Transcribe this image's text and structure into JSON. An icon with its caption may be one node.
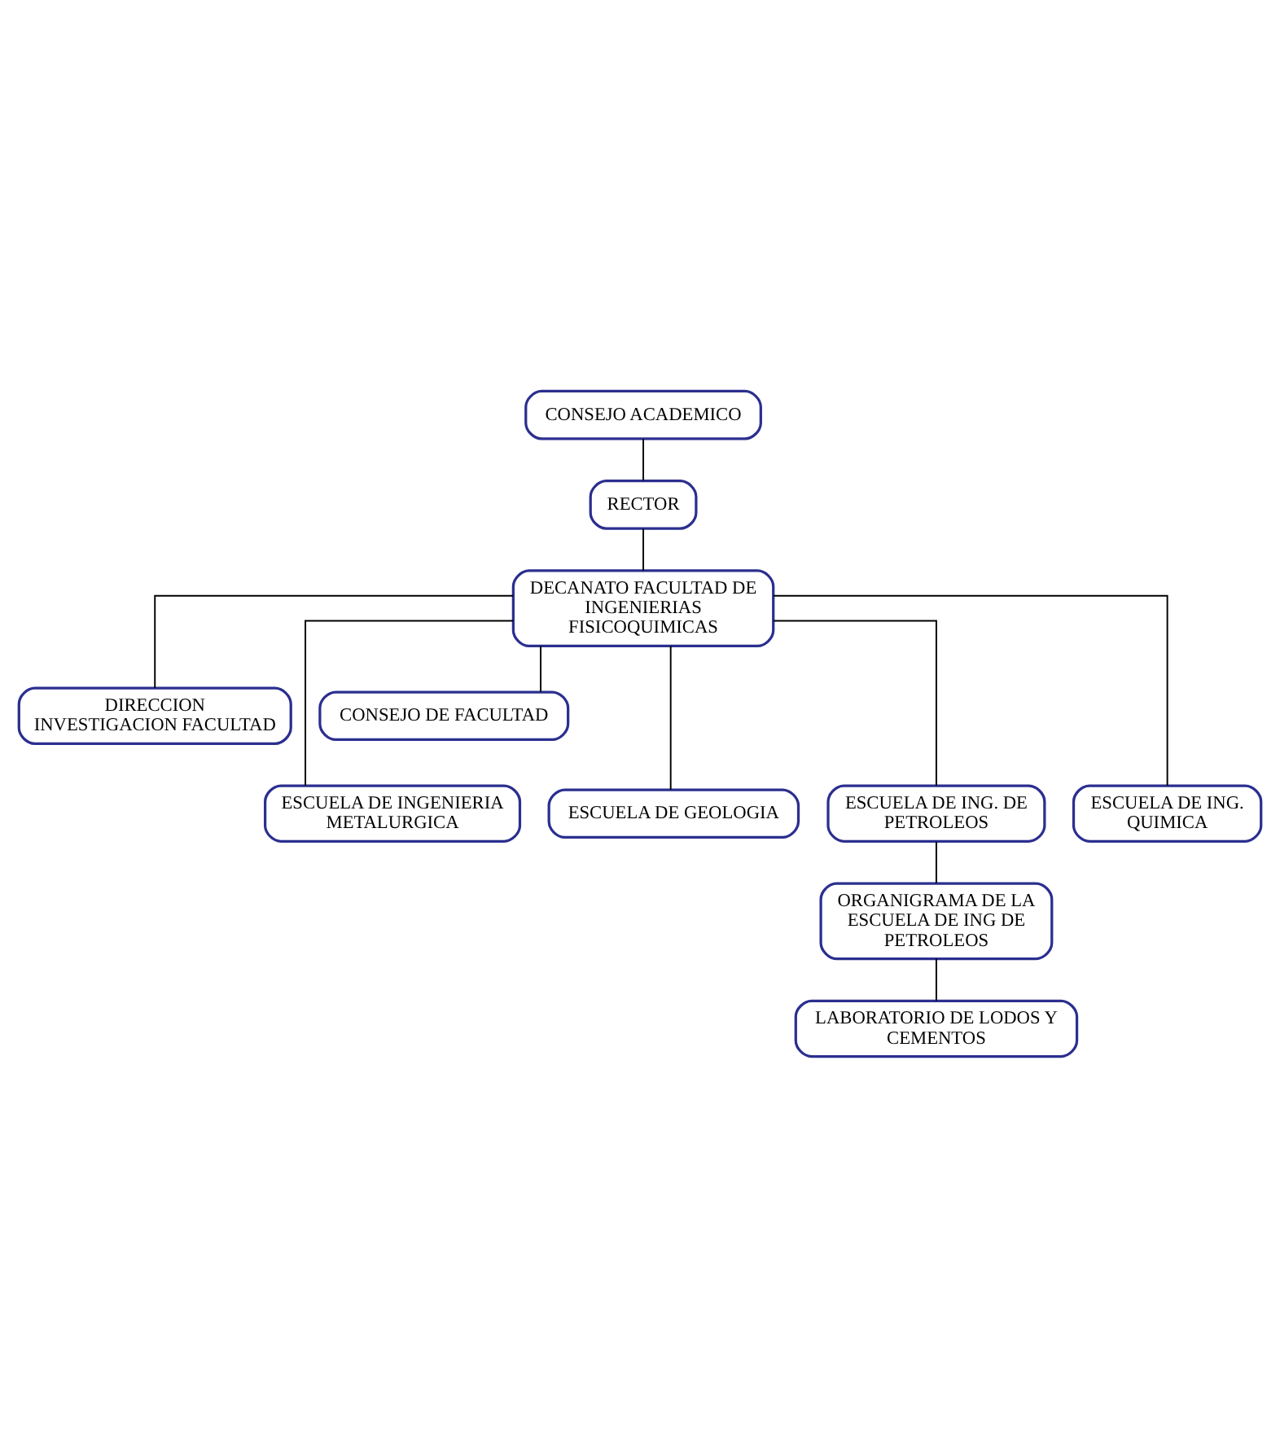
{
  "diagram": {
    "nodes": [
      {
        "text": [
          "CONSEJO ACADEMICO"
        ]
      },
      {
        "text": [
          "RECTOR"
        ]
      },
      {
        "text": [
          "DECANATO FACULTAD DE INGENIERIAS FISICOQUIMICAS"
        ]
      },
      {
        "text": [
          "DIRECCION INVESTIGACION FACULTAD"
        ]
      },
      {
        "text": [
          "CONSEJO DE FACULTAD"
        ]
      },
      {
        "text": [
          "ESCUELA DE INGENIERIA METALURGICA"
        ]
      },
      {
        "text": [
          "ESCUELA DE GEOLOGIA"
        ]
      },
      {
        "text": [
          "ESCUELA DE ING. DE PETROLEOS"
        ]
      },
      {
        "text": [
          "ESCUELA DE ING. QUIMICA"
        ]
      },
      {
        "text": [
          "ORGANIGRAMA DE LA ESCUELA DE ING DE PETROLEOS"
        ]
      },
      {
        "text": [
          "LABORATORIO DE LODOS Y CEMENTOS"
        ]
      }
    ],
    "edges": [
      {
        "from": 0,
        "to": 1,
        "arrow": "none"
      },
      {
        "from": 1,
        "to": 2,
        "arrow": "none"
      },
      {
        "from": 2,
        "to": 3,
        "arrow": "none"
      },
      {
        "from": 2,
        "to": 4,
        "arrow": "none"
      },
      {
        "from": 2,
        "to": 5,
        "arrow": "none"
      },
      {
        "from": 2,
        "to": 6,
        "arrow": "none"
      },
      {
        "from": 2,
        "to": 7,
        "arrow": "none"
      },
      {
        "from": 2,
        "to": 8,
        "arrow": "none"
      },
      {
        "from": 7,
        "to": 9,
        "arrow": "none"
      },
      {
        "from": 9,
        "to": 10,
        "arrow": "none"
      }
    ]
  }
}
